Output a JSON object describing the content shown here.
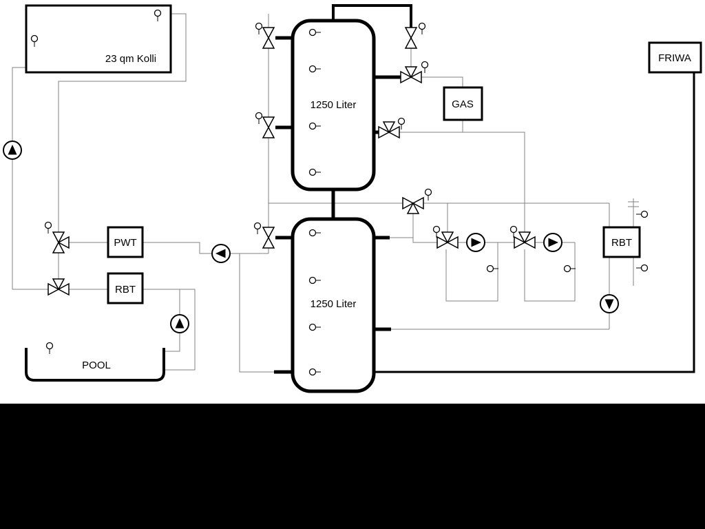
{
  "diagram": {
    "labels": {
      "collector": "23 qm Kolli",
      "tank_top": "1250 Liter",
      "tank_bottom": "1250 Liter",
      "gas": "GAS",
      "friwa": "FRIWA",
      "pwt": "PWT",
      "rbt_left": "RBT",
      "rbt_right": "RBT",
      "pool": "POOL"
    },
    "colors": {
      "pipe_black": "#000000",
      "wire_gray": "#808080",
      "background": "#ffffff",
      "bottom_band": "#000000"
    },
    "icons": {
      "pump-icon": "circle containing a solid flow-direction triangle",
      "valve-icon": "two hollow triangles meeting at a point",
      "three-way-valve-icon": "three hollow triangles meeting at a point",
      "sensor-icon": "small circle with a short stem"
    }
  }
}
